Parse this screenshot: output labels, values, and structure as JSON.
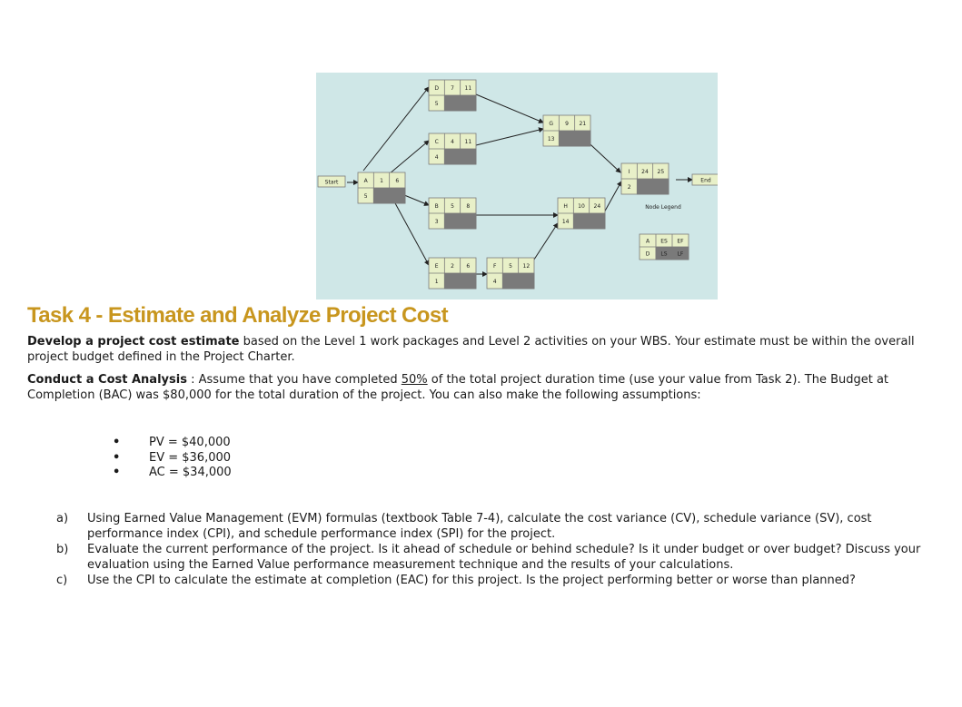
{
  "diagram": {
    "background": "#cfe7e7",
    "node_fill": "#e8f0c8",
    "node_border": "#7a7a7a",
    "node_dark": "#7a7a7a",
    "nodes": [
      {
        "id": "start",
        "top": [
          "Start",
          "",
          ""
        ],
        "bottom": "",
        "start_node": true
      },
      {
        "id": "A",
        "top": [
          "A",
          "1",
          "6"
        ],
        "bottom": "5"
      },
      {
        "id": "D",
        "top": [
          "D",
          "7",
          "11"
        ],
        "bottom": "5"
      },
      {
        "id": "C",
        "top": [
          "C",
          "4",
          "11"
        ],
        "bottom": "4"
      },
      {
        "id": "B",
        "top": [
          "B",
          "5",
          "8"
        ],
        "bottom": "3"
      },
      {
        "id": "E",
        "top": [
          "E",
          "2",
          "6"
        ],
        "bottom": "1"
      },
      {
        "id": "F",
        "top": [
          "F",
          "5",
          "12"
        ],
        "bottom": "4"
      },
      {
        "id": "G",
        "top": [
          "G",
          "9",
          "21"
        ],
        "bottom": "13"
      },
      {
        "id": "H",
        "top": [
          "H",
          "10",
          "24"
        ],
        "bottom": "14"
      },
      {
        "id": "I",
        "top": [
          "I",
          "24",
          "25"
        ],
        "bottom": "2"
      },
      {
        "id": "end",
        "top": [
          "End",
          "",
          ""
        ],
        "bottom": "",
        "end_node": true
      }
    ],
    "legend": {
      "title": "Node Legend",
      "top": [
        "A",
        "ES",
        "EF"
      ],
      "bottom": [
        "D",
        "LS",
        "LF"
      ]
    }
  },
  "task": {
    "title": "Task 4 - Estimate and Analyze Project Cost",
    "p1_lead": "Develop a project cost estimate",
    "p1_text": " based on the Level 1 work packages and Level 2 activities on your WBS. Your estimate must be within the overall project budget defined in the Project Charter.",
    "p2_lead": "Conduct a Cost Analysis",
    "p2_text_a": " : Assume that you have completed ",
    "p2_pct": "50%",
    "p2_text_b": " of the total project duration time (use your value from Task 2). The Budget at Completion (BAC) was $80,000 for the total duration of the project. You can also make the following assumptions:",
    "assumptions": [
      "PV = $40,000",
      "EV = $36,000",
      "AC = $34,000"
    ],
    "questions": [
      {
        "label": "a)",
        "text": "Using Earned Value Management (EVM) formulas (textbook Table 7-4), calculate the cost variance (CV), schedule variance (SV), cost performance index (CPI), and schedule performance index (SPI) for the project."
      },
      {
        "label": "b)",
        "text": "Evaluate the current performance of the project. Is it ahead of schedule or behind schedule? Is it under budget or over budget? Discuss your evaluation using the Earned Value performance measurement technique and the results of your calculations."
      },
      {
        "label": "c)",
        "text": "Use the CPI to calculate the estimate at completion (EAC) for this project. Is the project performing better or worse than planned?"
      }
    ]
  }
}
